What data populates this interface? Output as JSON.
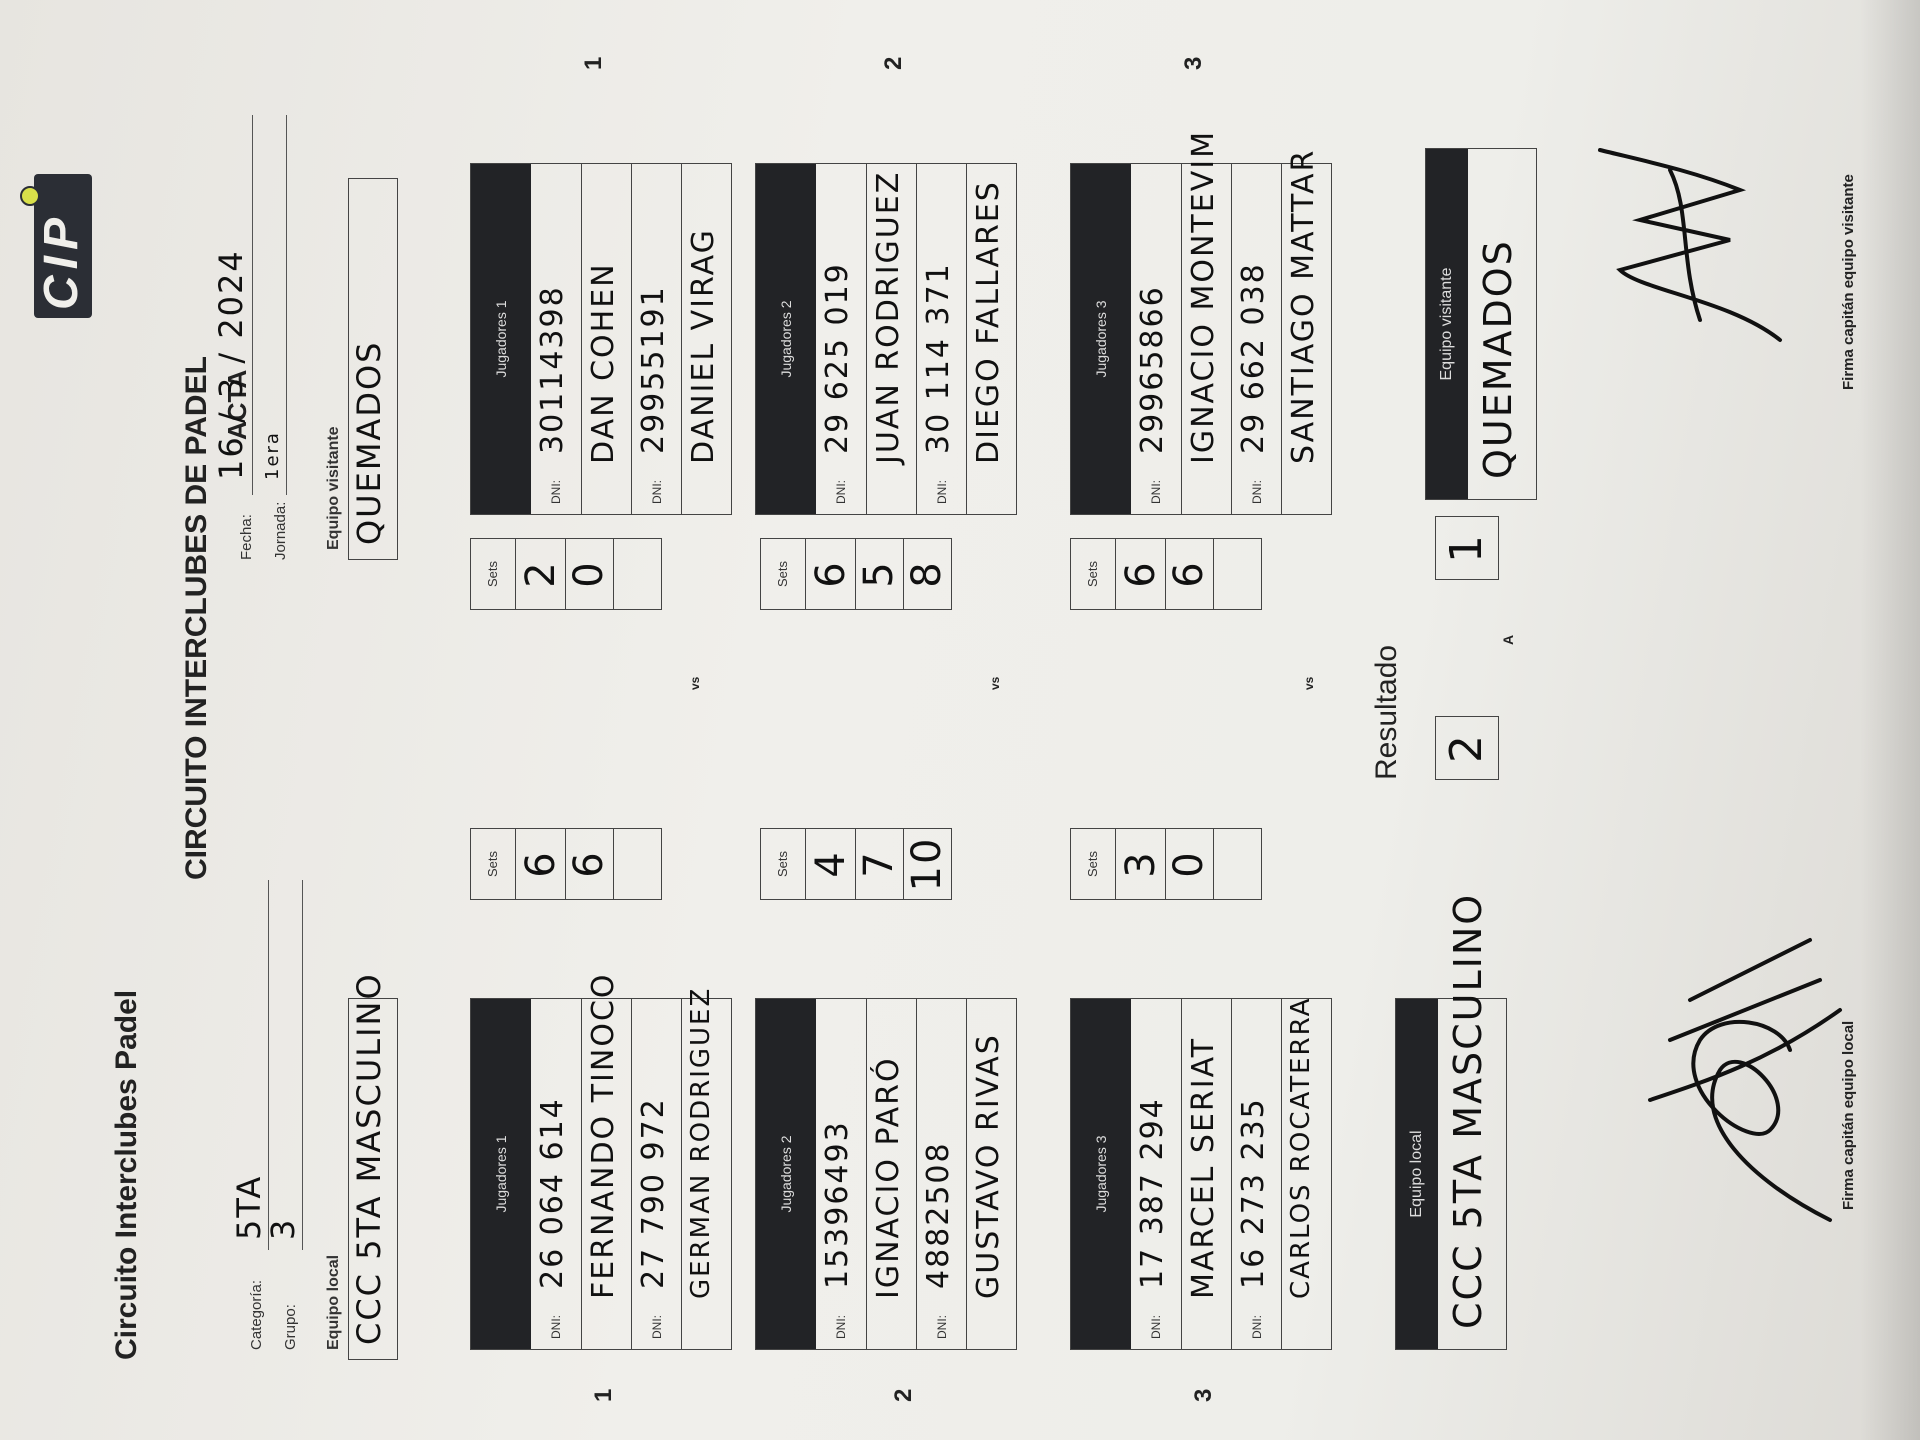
{
  "header": {
    "org_title": "Circuito Interclubes Padel",
    "main_title": "CIRCUITO INTERCLUBES DE PADEL",
    "subtitle": "ACTA",
    "logo_text": "CIP"
  },
  "fields": {
    "categoria_label": "Categoría:",
    "categoria_value": "5TA",
    "grupo_label": "Grupo:",
    "grupo_value": "3",
    "fecha_label": "Fecha:",
    "fecha_value": "16 / 3 / 2024",
    "jornada_label": "Jornada:",
    "jornada_value": "1era",
    "equipo_local_label": "Equipo local",
    "equipo_local_value": "CCC 5TA MASCULINO",
    "equipo_visitante_label": "Equipo visitante",
    "equipo_visitante_value": "QUEMADOS"
  },
  "labels": {
    "dni": "DNI:",
    "sets": "Sets",
    "vs": "vs",
    "resultado": "Resultado",
    "a": "A"
  },
  "matches": [
    {
      "number": "1",
      "local": {
        "header": "Jugadores 1",
        "dni1": "26 064 614",
        "name1": "FERNANDO TINOCO",
        "dni2": "27 790 972",
        "name2": "GERMAN RODRIGUEZ"
      },
      "local_sets": [
        "6",
        "6",
        ""
      ],
      "visit_sets": [
        "2",
        "0",
        ""
      ],
      "visit": {
        "header": "Jugadores 1",
        "dni1": "30114398",
        "name1": "DAN COHEN",
        "dni2": "29955191",
        "name2": "DANIEL VIRAG"
      }
    },
    {
      "number": "2",
      "local": {
        "header": "Jugadores 2",
        "dni1": "15396493",
        "name1": "IGNACIO PARÓ",
        "dni2": "4882508",
        "name2": "GUSTAVO RIVAS"
      },
      "local_sets": [
        "4",
        "7",
        "10"
      ],
      "visit_sets": [
        "6",
        "5",
        "8"
      ],
      "visit": {
        "header": "Jugadores 2",
        "dni1": "29 625 019",
        "name1": "JUAN RODRIGUEZ",
        "dni2": "30 114 371",
        "name2": "DIEGO FALLARES"
      }
    },
    {
      "number": "3",
      "local": {
        "header": "Jugadores 3",
        "dni1": "17 387 294",
        "name1": "MARCEL SERIAT",
        "dni2": "16 273 235",
        "name2": "CARLOS ROCATERRA"
      },
      "local_sets": [
        "3",
        "0",
        ""
      ],
      "visit_sets": [
        "6",
        "6",
        ""
      ],
      "visit": {
        "header": "Jugadores 3",
        "dni1": "29965866",
        "name1": "IGNACIO MONTEVIM",
        "dni2": "29 662 038",
        "name2": "SANTIAGO MATTAR"
      }
    }
  ],
  "result": {
    "local_header": "Equipo local",
    "local_team": "CCC 5TA MASCULINO",
    "local_score": "2",
    "visit_score": "1",
    "visit_header": "Equipo visitante",
    "visit_team": "QUEMADOS"
  },
  "signatures": {
    "local_label": "Firma capitán equipo local",
    "visit_label": "Firma capitán equipo visitante"
  }
}
